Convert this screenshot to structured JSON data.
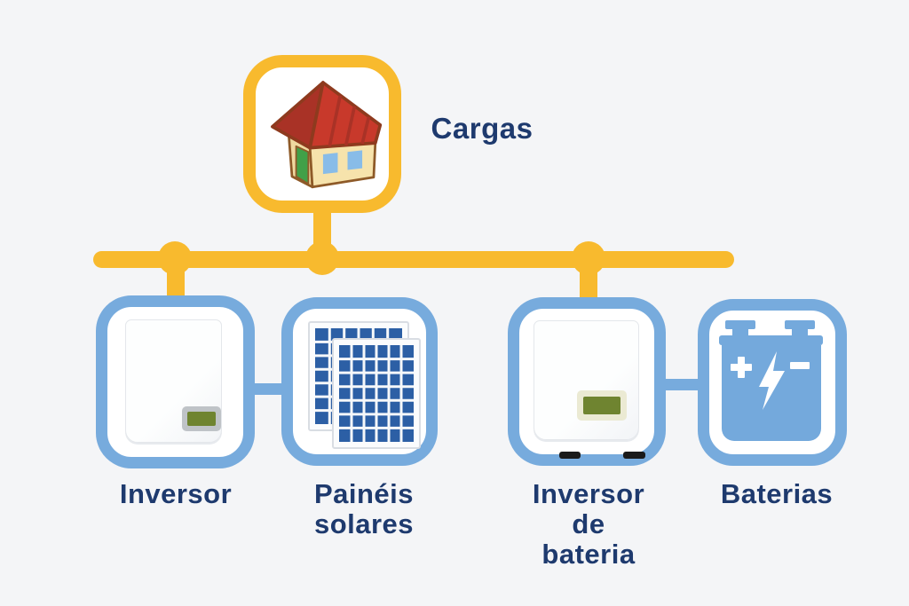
{
  "labels": {
    "cargas": "Cargas",
    "inversor": "Inversor",
    "paineis_line1": "Painéis",
    "paineis_line2": "solares",
    "inversor_bateria_line1": "Inversor",
    "inversor_bateria_line2": "de",
    "inversor_bateria_line3": "bateria",
    "baterias": "Baterias"
  },
  "icons": {
    "cargas": "house-icon",
    "inversor": "inverter-icon",
    "paineis_solares": "solar-panels-icon",
    "inversor_de_bateria": "battery-inverter-icon",
    "baterias": "battery-icon"
  },
  "colors": {
    "background": "#F4F5F7",
    "bus_yellow": "#F8BA2E",
    "box_blue": "#77ABDD",
    "label_navy": "#1E3A6E",
    "panel_blue": "#2C5FA5",
    "battery_blue": "#74A9DC",
    "screen_olive": "#6F8430"
  }
}
